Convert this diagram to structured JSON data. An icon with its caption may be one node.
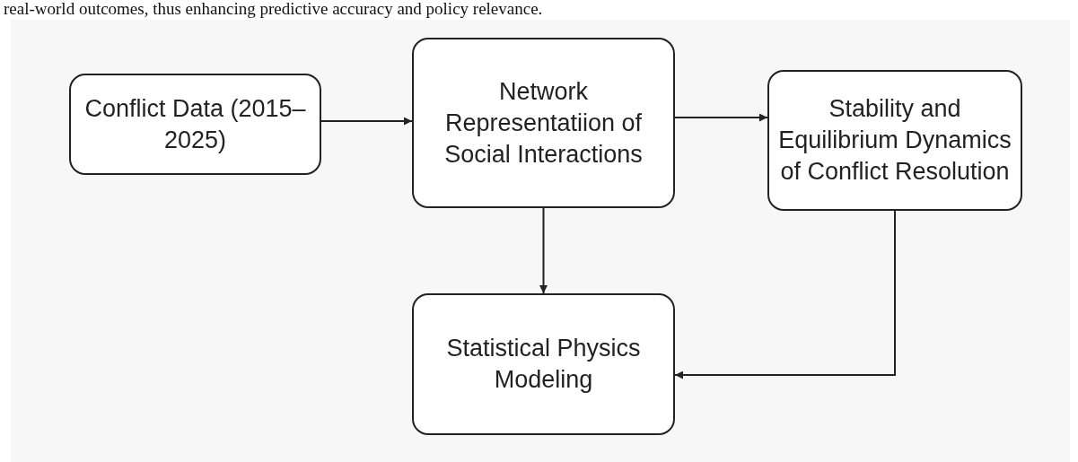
{
  "diagram": {
    "nodes": [
      {
        "text": [
          "Conflict Data (2015–2025)"
        ]
      },
      {
        "text": [
          "Network Representatiion of Social Interactions"
        ]
      },
      {
        "text": [
          "Stability and Equilibrium Dynamics of Conflict Resolution"
        ]
      },
      {
        "text": [
          "Statistical Physics Modeling"
        ]
      }
    ],
    "edges": [
      {
        "from": 0,
        "to": 1,
        "arrow": "to"
      },
      {
        "from": 1,
        "to": 2,
        "arrow": "to"
      },
      {
        "from": 1,
        "to": 3,
        "arrow": "to"
      },
      {
        "from": 2,
        "to": 3,
        "arrow": "to"
      }
    ],
    "labels": [
      "real-world outcomes, thus enhancing predictive accuracy and policy relevance."
    ]
  }
}
